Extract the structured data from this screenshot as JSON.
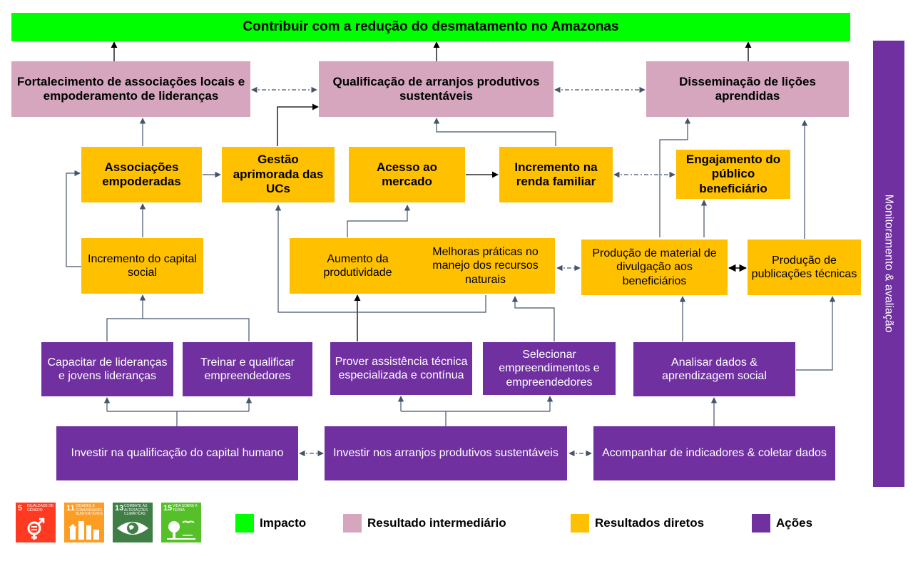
{
  "impact": {
    "label": "Contribuir  com a redução do desmatamento no Amazonas",
    "color": "#00ff00"
  },
  "intermediate": [
    {
      "id": "fortalecimento",
      "label": "Fortalecimento de associações locais e empoderamento de lideranças"
    },
    {
      "id": "qualificacao",
      "label": "Qualificação de arranjos produtivos sustentáveis"
    },
    {
      "id": "disseminacao",
      "label": "Disseminação de lições aprendidas"
    }
  ],
  "direct_results": [
    {
      "id": "associacoes",
      "label": "Associações empoderadas"
    },
    {
      "id": "gestao",
      "label": "Gestão aprimorada das UCs"
    },
    {
      "id": "acesso",
      "label": "Acesso ao mercado"
    },
    {
      "id": "incremento-renda",
      "label": "Incremento na renda familiar"
    },
    {
      "id": "engajamento",
      "label": "Engajamento do público beneficiário"
    },
    {
      "id": "incremento-capital",
      "label": "Incremento do capital social"
    },
    {
      "id": "aumento",
      "label": "Aumento da produtividade"
    },
    {
      "id": "melhoras",
      "label": "Melhoras práticas no manejo dos recursos naturais"
    },
    {
      "id": "producao-material",
      "label": "Produção de material de divulgação aos beneficiários"
    },
    {
      "id": "producao-publicacoes",
      "label": "Produção de publicações técnicas"
    }
  ],
  "actions": [
    {
      "id": "capacitar",
      "label": "Capacitar de lideranças e jovens lideranças"
    },
    {
      "id": "treinar",
      "label": "Treinar e qualificar empreendedores"
    },
    {
      "id": "prover",
      "label": "Prover assistência técnica especializada e contínua"
    },
    {
      "id": "selecionar",
      "label": "Selecionar empreendimentos e empreendedores"
    },
    {
      "id": "analisar",
      "label": "Analisar dados & aprendizagem social"
    },
    {
      "id": "investir-capital",
      "label": "Investir na qualificação do capital humano"
    },
    {
      "id": "investir-arranjos",
      "label": "Investir nos arranjos produtivos sustentáveis"
    },
    {
      "id": "acompanhar",
      "label": "Acompanhar de indicadores & coletar dados"
    }
  ],
  "monitoring": {
    "label": "Monitoramento & avaliação"
  },
  "legend": [
    {
      "label": "Impacto",
      "color": "#00ff00"
    },
    {
      "label": "Resultado intermediário",
      "color": "#d5a6bd"
    },
    {
      "label": "Resultados diretos",
      "color": "#ffc000"
    },
    {
      "label": "Ações",
      "color": "#7030a0"
    }
  ],
  "sdg_badges": [
    {
      "number": "5",
      "text": "IGUALDADE DE GÊNERO",
      "color": "#ff3a21",
      "icon": "gender-equality-icon"
    },
    {
      "number": "11",
      "text": "CIDADES E COMUNIDADES SUSTENTÁVEIS",
      "color": "#fd9d24",
      "icon": "city-icon"
    },
    {
      "number": "13",
      "text": "COMBATE ÀS ALTERAÇÕES CLIMÁTICAS",
      "color": "#3f7e44",
      "icon": "eye-globe-icon"
    },
    {
      "number": "15",
      "text": "VIDA SOBRE A TERRA",
      "color": "#56c02b",
      "icon": "tree-bird-icon"
    }
  ]
}
